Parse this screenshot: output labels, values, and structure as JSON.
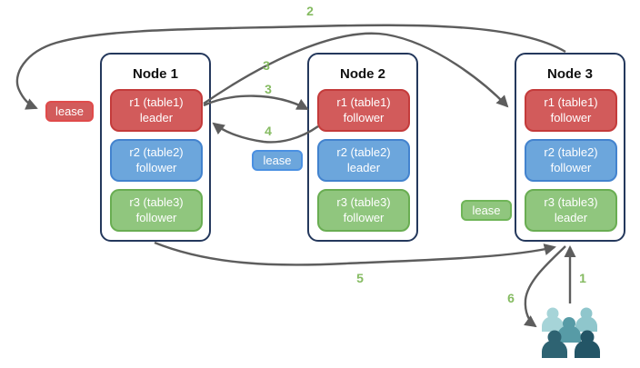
{
  "diagram": {
    "title_hint": "raft-leaders-and-leases-per-table",
    "nodes": [
      {
        "title": "Node 1",
        "replicas": [
          {
            "name": "r1 (table1)",
            "role": "leader",
            "color": "red"
          },
          {
            "name": "r2 (table2)",
            "role": "follower",
            "color": "blue"
          },
          {
            "name": "r3 (table3)",
            "role": "follower",
            "color": "green"
          }
        ]
      },
      {
        "title": "Node 2",
        "replicas": [
          {
            "name": "r1 (table1)",
            "role": "follower",
            "color": "red"
          },
          {
            "name": "r2 (table2)",
            "role": "leader",
            "color": "blue"
          },
          {
            "name": "r3 (table3)",
            "role": "follower",
            "color": "green"
          }
        ]
      },
      {
        "title": "Node 3",
        "replicas": [
          {
            "name": "r1 (table1)",
            "role": "follower",
            "color": "red"
          },
          {
            "name": "r2 (table2)",
            "role": "follower",
            "color": "blue"
          },
          {
            "name": "r3 (table3)",
            "role": "leader",
            "color": "green"
          }
        ]
      }
    ],
    "leases": [
      {
        "label": "lease",
        "color": "red",
        "near": "Node 1"
      },
      {
        "label": "lease",
        "color": "blue",
        "near": "Node 2"
      },
      {
        "label": "lease",
        "color": "green",
        "near": "Node 3"
      }
    ],
    "steps": [
      {
        "text": "1",
        "meaning": "client request from users to Node 3"
      },
      {
        "text": "2",
        "meaning": "forwarded from Node 3 to lease holder at Node 1"
      },
      {
        "text": "3",
        "meaning": "leader replicates to Node 3 follower"
      },
      {
        "text": "3",
        "meaning": "leader replicates to Node 2 follower"
      },
      {
        "text": "4",
        "meaning": "follower acknowledges leader"
      },
      {
        "text": "5",
        "meaning": "response from Node 1 back to Node 3"
      },
      {
        "text": "6",
        "meaning": "response from Node 3 to users"
      }
    ],
    "colors": {
      "replica_red_fill": "#d25b5b",
      "replica_red_border": "#c43b3b",
      "replica_blue_fill": "#6ca6dc",
      "replica_blue_border": "#4383ce",
      "replica_green_fill": "#90c67e",
      "replica_green_border": "#69ad52",
      "node_border": "#24385c",
      "arrow": "#5d5d5d",
      "step_label": "#85bb61",
      "users_light_teal": "#a6d4d8",
      "users_mid_teal": "#579ba6",
      "users_dark_teal": "#2e6372"
    }
  }
}
